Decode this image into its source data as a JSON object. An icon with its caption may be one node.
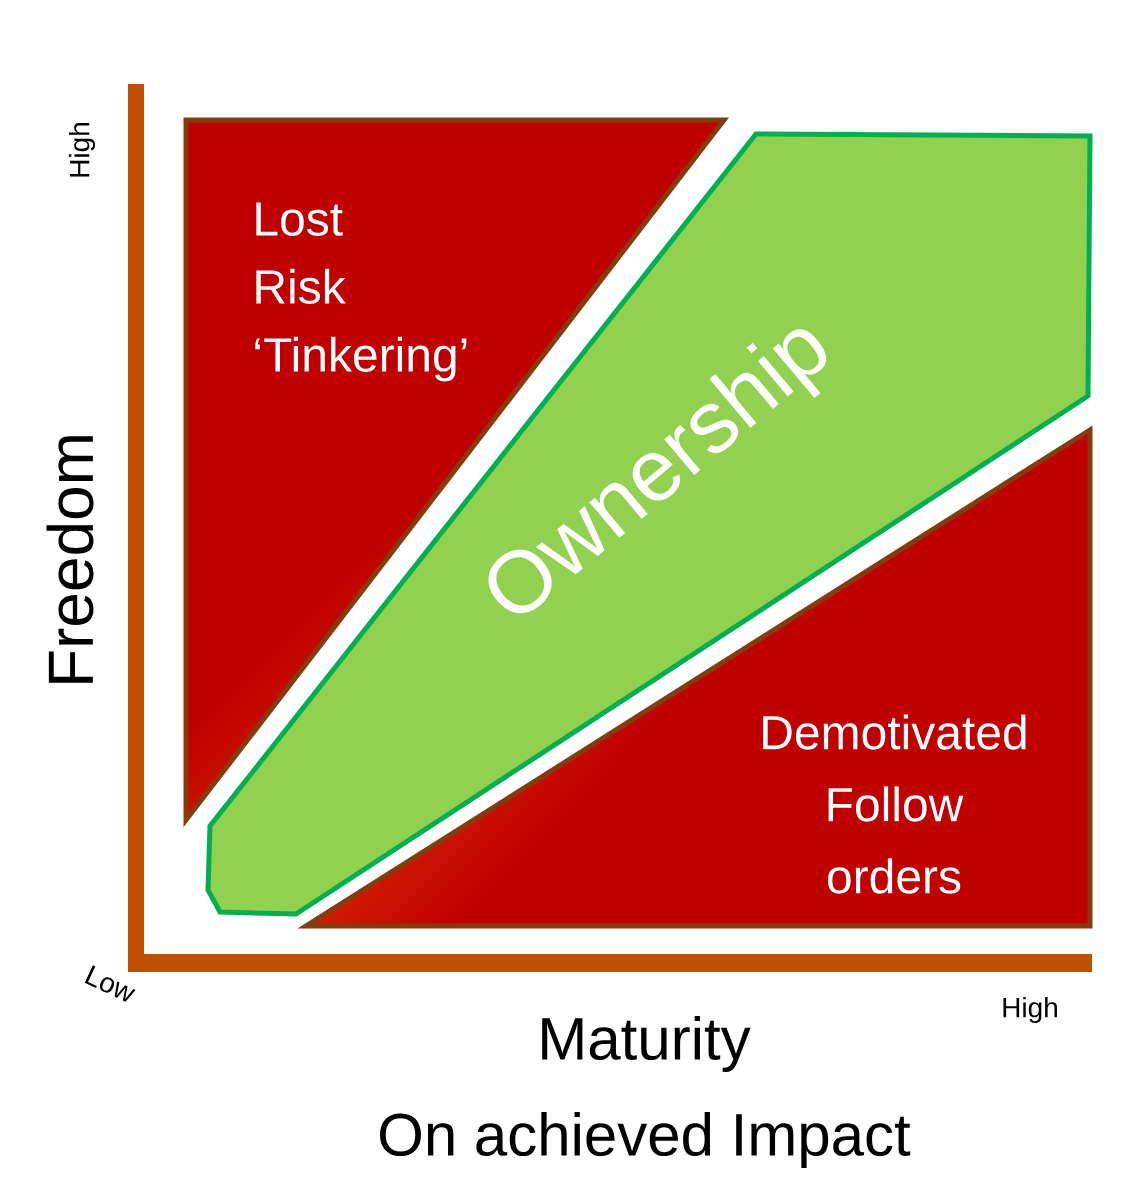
{
  "diagram": {
    "nodes": [
      {
        "text": [
          "Lost Risk ‘Tinkering’"
        ]
      },
      {
        "text": [
          "Ownership"
        ]
      },
      {
        "text": [
          "Demotivated Follow orders"
        ]
      }
    ],
    "labels": [
      "High",
      "Freedom",
      "Low",
      "High",
      "Maturity",
      "On achieved Impact"
    ]
  }
}
